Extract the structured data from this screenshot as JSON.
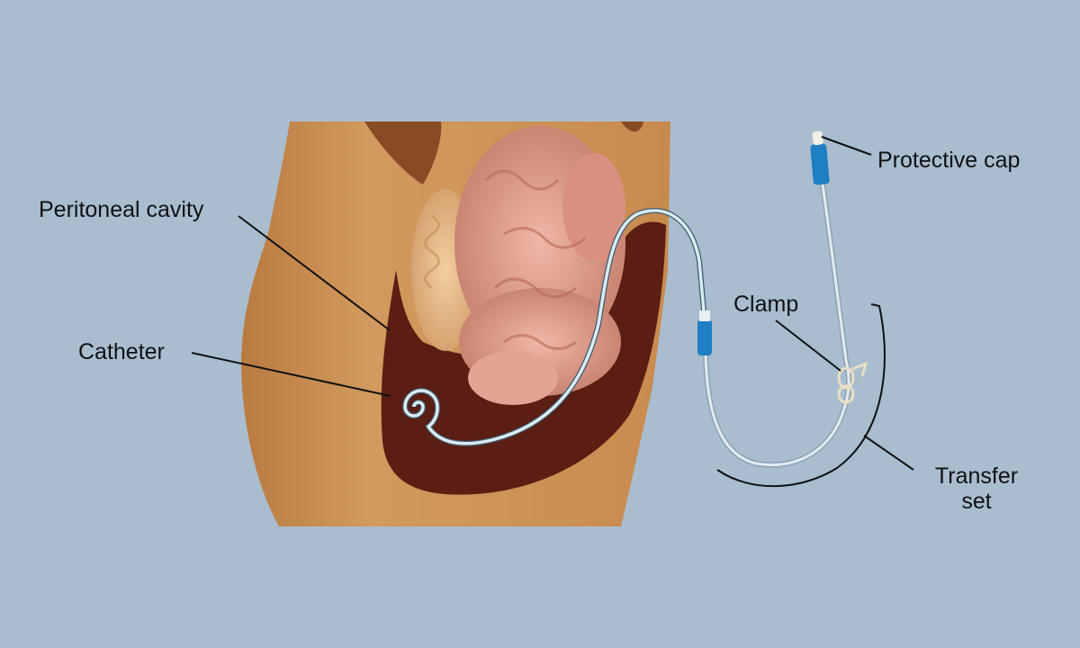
{
  "labels": {
    "peritoneal_cavity": "Peritoneal cavity",
    "catheter": "Catheter",
    "clamp": "Clamp",
    "protective_cap": "Protective cap",
    "transfer_set_line1": "Transfer",
    "transfer_set_line2": "set"
  },
  "colors": {
    "background": "#a9bdcf",
    "skin": "#c98f55",
    "cavity": "#5a1e12",
    "intestine": "#d99a8a",
    "connector": "#1f7fc4",
    "tube": "#dfe8ee"
  }
}
